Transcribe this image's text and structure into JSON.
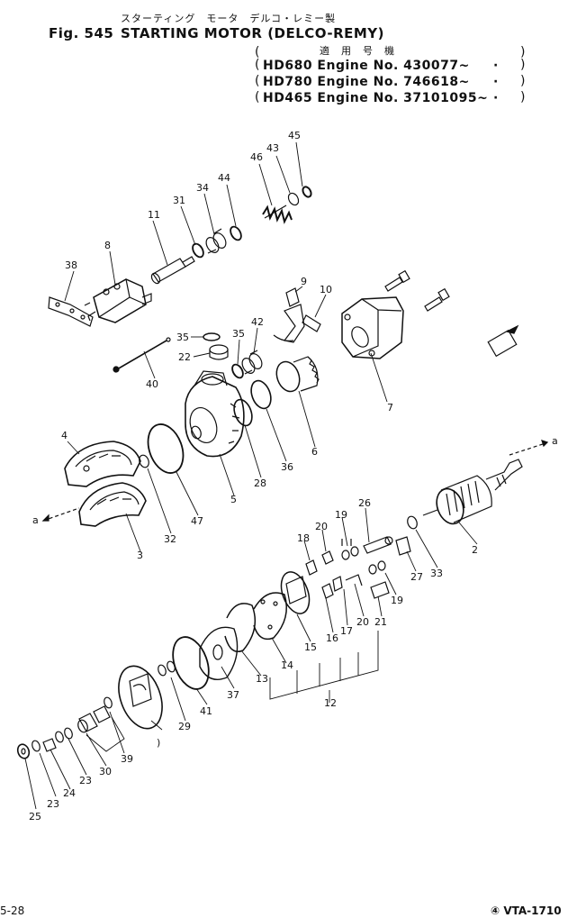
{
  "header": {
    "japanese_title": "スターティング　モータ　デルコ・レミー製",
    "fig_number": "Fig. 545",
    "title": "STARTING MOTOR (DELCO-REMY)",
    "applicability_label": "適　用　号　機",
    "engines": [
      {
        "text": "HD680 Engine No. 430077~",
        "dot": "·"
      },
      {
        "text": "HD780 Engine No. 746618~",
        "dot": "·"
      },
      {
        "text": "HD465 Engine No. 37101095~",
        "dot": "·"
      }
    ]
  },
  "parts": {
    "labels": [
      "45",
      "43",
      "46",
      "44",
      "34",
      "31",
      "11",
      "8",
      "38",
      "9",
      "10",
      "35",
      "35",
      "42",
      "22",
      "40",
      "7",
      "36",
      "28",
      "6",
      "5",
      "4",
      "47",
      "32",
      "3",
      "a",
      "a",
      "2",
      "33",
      "26",
      "19",
      "20",
      "18",
      "27",
      "19",
      "15",
      "16",
      "17",
      "20",
      "21",
      "14",
      "13",
      "12",
      "37",
      "41",
      "29",
      "39",
      "30",
      "23",
      "24",
      "23",
      "25"
    ]
  },
  "footer": {
    "page": "5-28",
    "code": "④ VTA-1710"
  }
}
